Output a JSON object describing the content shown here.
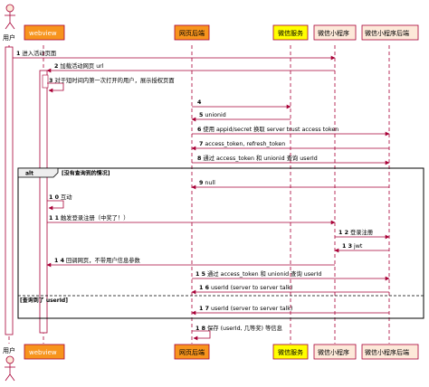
{
  "participants": [
    {
      "id": "user",
      "label": "用户",
      "kind": "actor"
    },
    {
      "id": "webview",
      "label": "webview",
      "kind": "box",
      "fill": "#f7941d",
      "text": "#ffffff"
    },
    {
      "id": "web",
      "label": "网页后端",
      "kind": "box",
      "fill": "#f7941d",
      "text": "#000000"
    },
    {
      "id": "wxsvc",
      "label": "微信服务",
      "kind": "box",
      "fill": "#ffff00",
      "text": "#000000"
    },
    {
      "id": "mini",
      "label": "微信小程序",
      "kind": "box",
      "fill": "#fde9d9",
      "text": "#000000"
    },
    {
      "id": "miniback",
      "label": "微信小程序后端",
      "kind": "box",
      "fill": "#fde9d9",
      "text": "#000000"
    }
  ],
  "messages": [
    {
      "num": "1",
      "text": "进入活动页面"
    },
    {
      "num": "2",
      "text": "加载活动网页 url"
    },
    {
      "num": "3",
      "text": "对于短时间内第一次打开的用户，展示授权页面"
    },
    {
      "num": "4",
      "text": ""
    },
    {
      "num": "5",
      "text": "unionid"
    },
    {
      "num": "6",
      "text": "使用 appid/secret 换取 server trust access token"
    },
    {
      "num": "7",
      "text": "access_token, refresh_token"
    },
    {
      "num": "8",
      "text": "通过 access_token 和 unionid 查询 userId"
    },
    {
      "num": "9",
      "text": "null"
    },
    {
      "num": "1 0",
      "text": "互动"
    },
    {
      "num": "1 1",
      "text": "触发登录注册（中奖了！）"
    },
    {
      "num": "1 2",
      "text": "登录注册"
    },
    {
      "num": "1 3",
      "text": "jwt"
    },
    {
      "num": "1 4",
      "text": "回调网页，不带用户信息参数"
    },
    {
      "num": "1 5",
      "text": "通过 access_token 和 unionid 查询 userId"
    },
    {
      "num": "1 6",
      "text": "userId (server to server talk)"
    },
    {
      "num": "1 7",
      "text": "userId (server to server talk)"
    },
    {
      "num": "1 8",
      "text": "保存 (userId, 几等奖) 等信息"
    }
  ],
  "alt": {
    "label": "alt",
    "guard": "[没有查询到的情况]",
    "else_guard": "[查询到了 userId]"
  },
  "colors": {
    "arrow": "#a80036",
    "lifeline": "#a80036",
    "actor_fill": "#fde9d9"
  }
}
